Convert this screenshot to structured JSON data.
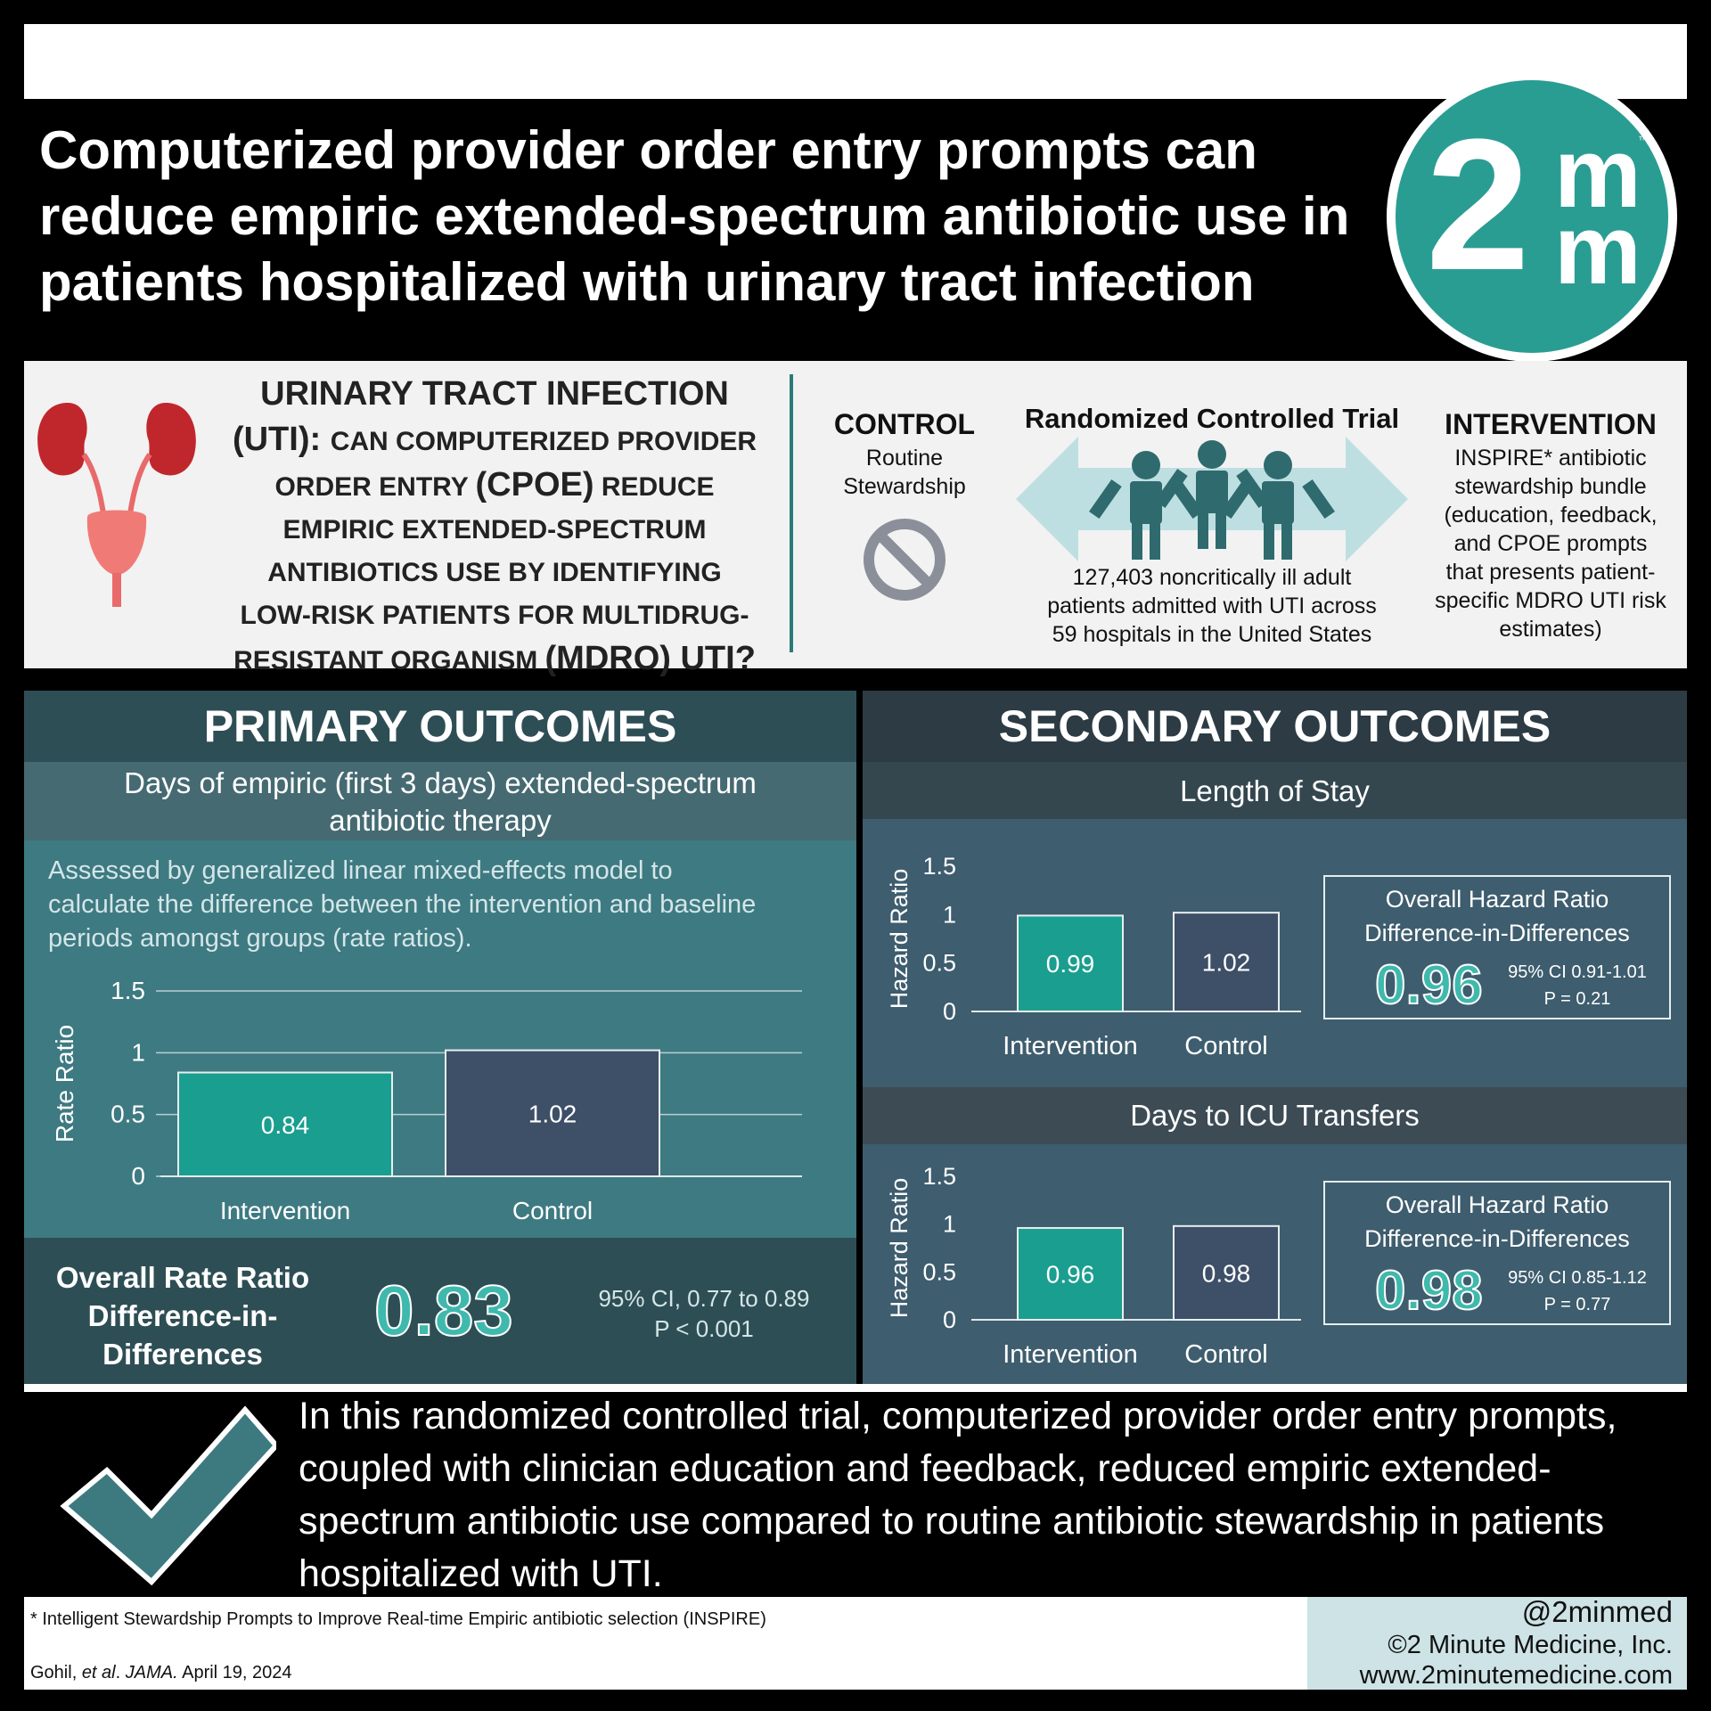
{
  "title": "Computerized provider order entry prompts can reduce empiric extended-spectrum antibiotic use in patients hospitalized with urinary tract infection",
  "logo": {
    "big": "2",
    "m1": "m",
    "m2": "m",
    "tm": "™"
  },
  "question": {
    "line1": "URINARY TRACT INFECTION",
    "line2a": "(UTI): ",
    "line2b": "CAN COMPUTERIZED PROVIDER",
    "line3a": "ORDER ENTRY ",
    "line3b": "(CPOE)",
    "line3c": " REDUCE",
    "line4": "EMPIRIC EXTENDED-SPECTRUM",
    "line5": "ANTIBIOTICS USE BY IDENTIFYING",
    "line6": "LOW-RISK PATIENTS FOR MULTIDRUG-",
    "line7a": "RESISTANT ORGANISM ",
    "line7b": "(MDRO) UTI?"
  },
  "control": {
    "title": "CONTROL",
    "line1": "Routine",
    "line2": "Stewardship"
  },
  "rct": {
    "title": "Randomized Controlled Trial",
    "line1": "127,403 noncritically ill adult",
    "line2": "patients admitted with UTI across",
    "line3": "59 hospitals in the United States"
  },
  "intervention": {
    "title": "INTERVENTION",
    "lines": [
      "INSPIRE* antibiotic",
      "stewardship bundle",
      "(education, feedback,",
      "and CPOE prompts",
      "that presents patient-",
      "specific MDRO UTI risk",
      "estimates)"
    ]
  },
  "primary": {
    "title": "PRIMARY OUTCOMES",
    "sub1": "Days of empiric (first 3 days) extended-spectrum",
    "sub2": "antibiotic therapy",
    "assess1": "Assessed by generalized linear mixed-effects model to",
    "assess2": "calculate the difference between the intervention and baseline",
    "assess3": "periods amongst groups (rate ratios).",
    "overall1": "Overall Rate Ratio",
    "overall2": "Difference-in-",
    "overall3": "Differences",
    "overall_value": "0.83",
    "ci": "95% CI, 0.77 to 0.89",
    "p": "P < 0.001"
  },
  "secondary": {
    "title": "SECONDARY OUTCOMES",
    "los_title": "Length of Stay",
    "icu_title": "Days to ICU Transfers",
    "hr_label1": "Overall Hazard Ratio",
    "hr_label2": "Difference-in-Differences",
    "los_value": "0.96",
    "los_ci": "95% CI 0.91-1.01",
    "los_p": "P = 0.21",
    "icu_value": "0.98",
    "icu_ci": "95% CI 0.85-1.12",
    "icu_p": "P = 0.77"
  },
  "conclusion": "In this randomized controlled trial, computerized provider order entry prompts, coupled with clinician education and feedback, reduced empiric extended-spectrum antibiotic use compared to routine antibiotic stewardship in patients hospitalized with UTI.",
  "footnote": "* Intelligent Stewardship Prompts to Improve Real-time Empiric antibiotic selection (INSPIRE)",
  "citation": {
    "author": "Gohil, ",
    "etal": "et al",
    "dot": ". ",
    "journal": "JAMA.",
    "date": " April 19, 2024"
  },
  "credit": {
    "handle": "@2minmed",
    "company": "©2 Minute Medicine, Inc.",
    "url": "www.2minutemedicine.com"
  },
  "colors": {
    "teal": "#1a9e8f",
    "slate": "#3e4f68",
    "accent": "#2a9d93"
  },
  "chart_data": [
    {
      "type": "bar",
      "ylabel": "Rate Ratio",
      "categories": [
        "Intervention",
        "Control"
      ],
      "values": [
        0.84,
        1.02
      ],
      "labels": [
        "0.84",
        "1.02"
      ],
      "yticks": [
        "0",
        "0.5",
        "1",
        "1.5"
      ],
      "ylim": [
        0,
        1.5
      ],
      "grid": true
    },
    {
      "type": "bar",
      "ylabel": "Hazard Ratio",
      "categories": [
        "Intervention",
        "Control"
      ],
      "values": [
        0.99,
        1.02
      ],
      "labels": [
        "0.99",
        "1.02"
      ],
      "yticks": [
        "0",
        "0.5",
        "1",
        "1.5"
      ],
      "ylim": [
        0,
        1.5
      ],
      "grid": false
    },
    {
      "type": "bar",
      "ylabel": "Hazard Ratio",
      "categories": [
        "Intervention",
        "Control"
      ],
      "values": [
        0.96,
        0.98
      ],
      "labels": [
        "0.96",
        "0.98"
      ],
      "yticks": [
        "0",
        "0.5",
        "1",
        "1.5"
      ],
      "ylim": [
        0,
        1.5
      ],
      "grid": false
    }
  ]
}
